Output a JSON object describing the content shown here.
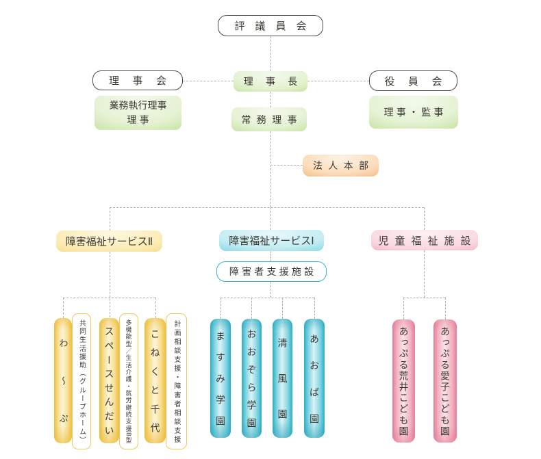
{
  "palette": {
    "green": "#8cbf5e",
    "orange": "#e78c44",
    "yellow": "#edbf3f",
    "blue": "#25adc6",
    "pink": "#e47e98",
    "connector": "#b2aba2",
    "text": "#3b3833"
  },
  "governance": {
    "council": "評議員会",
    "board_of_directors": "理事会",
    "chairman": "理事長",
    "officers_meeting": "役員会",
    "executive_directors_line1": "業務執行理事",
    "executive_directors_line2": "理事",
    "managing_director": "常務理事",
    "directors_and_auditors": "理事・監事",
    "headquarters": "法人本部"
  },
  "branches": [
    {
      "label": "障害福祉サービスⅡ",
      "facilities": [
        {
          "name": "わ〜ぷ",
          "desc": "共同生活援助（グループホーム）"
        },
        {
          "name": "スペースせんだい",
          "desc": "多機能型／生活介護・就労継続支援B型"
        },
        {
          "name": "こねくと千代",
          "desc": "計画相談支援・障害者相談支援"
        }
      ]
    },
    {
      "label": "障害福祉サービスⅠ",
      "sub_label": "障害者支援施設",
      "facilities": [
        {
          "name": "ますみ学園"
        },
        {
          "name": "おおぞら学園"
        },
        {
          "name": "清風園"
        },
        {
          "name": "あおば園"
        }
      ]
    },
    {
      "label": "児童福祉施設",
      "facilities": [
        {
          "name": "あっぷる荒井こども園"
        },
        {
          "name": "あっぷる愛子こども園"
        }
      ]
    }
  ]
}
